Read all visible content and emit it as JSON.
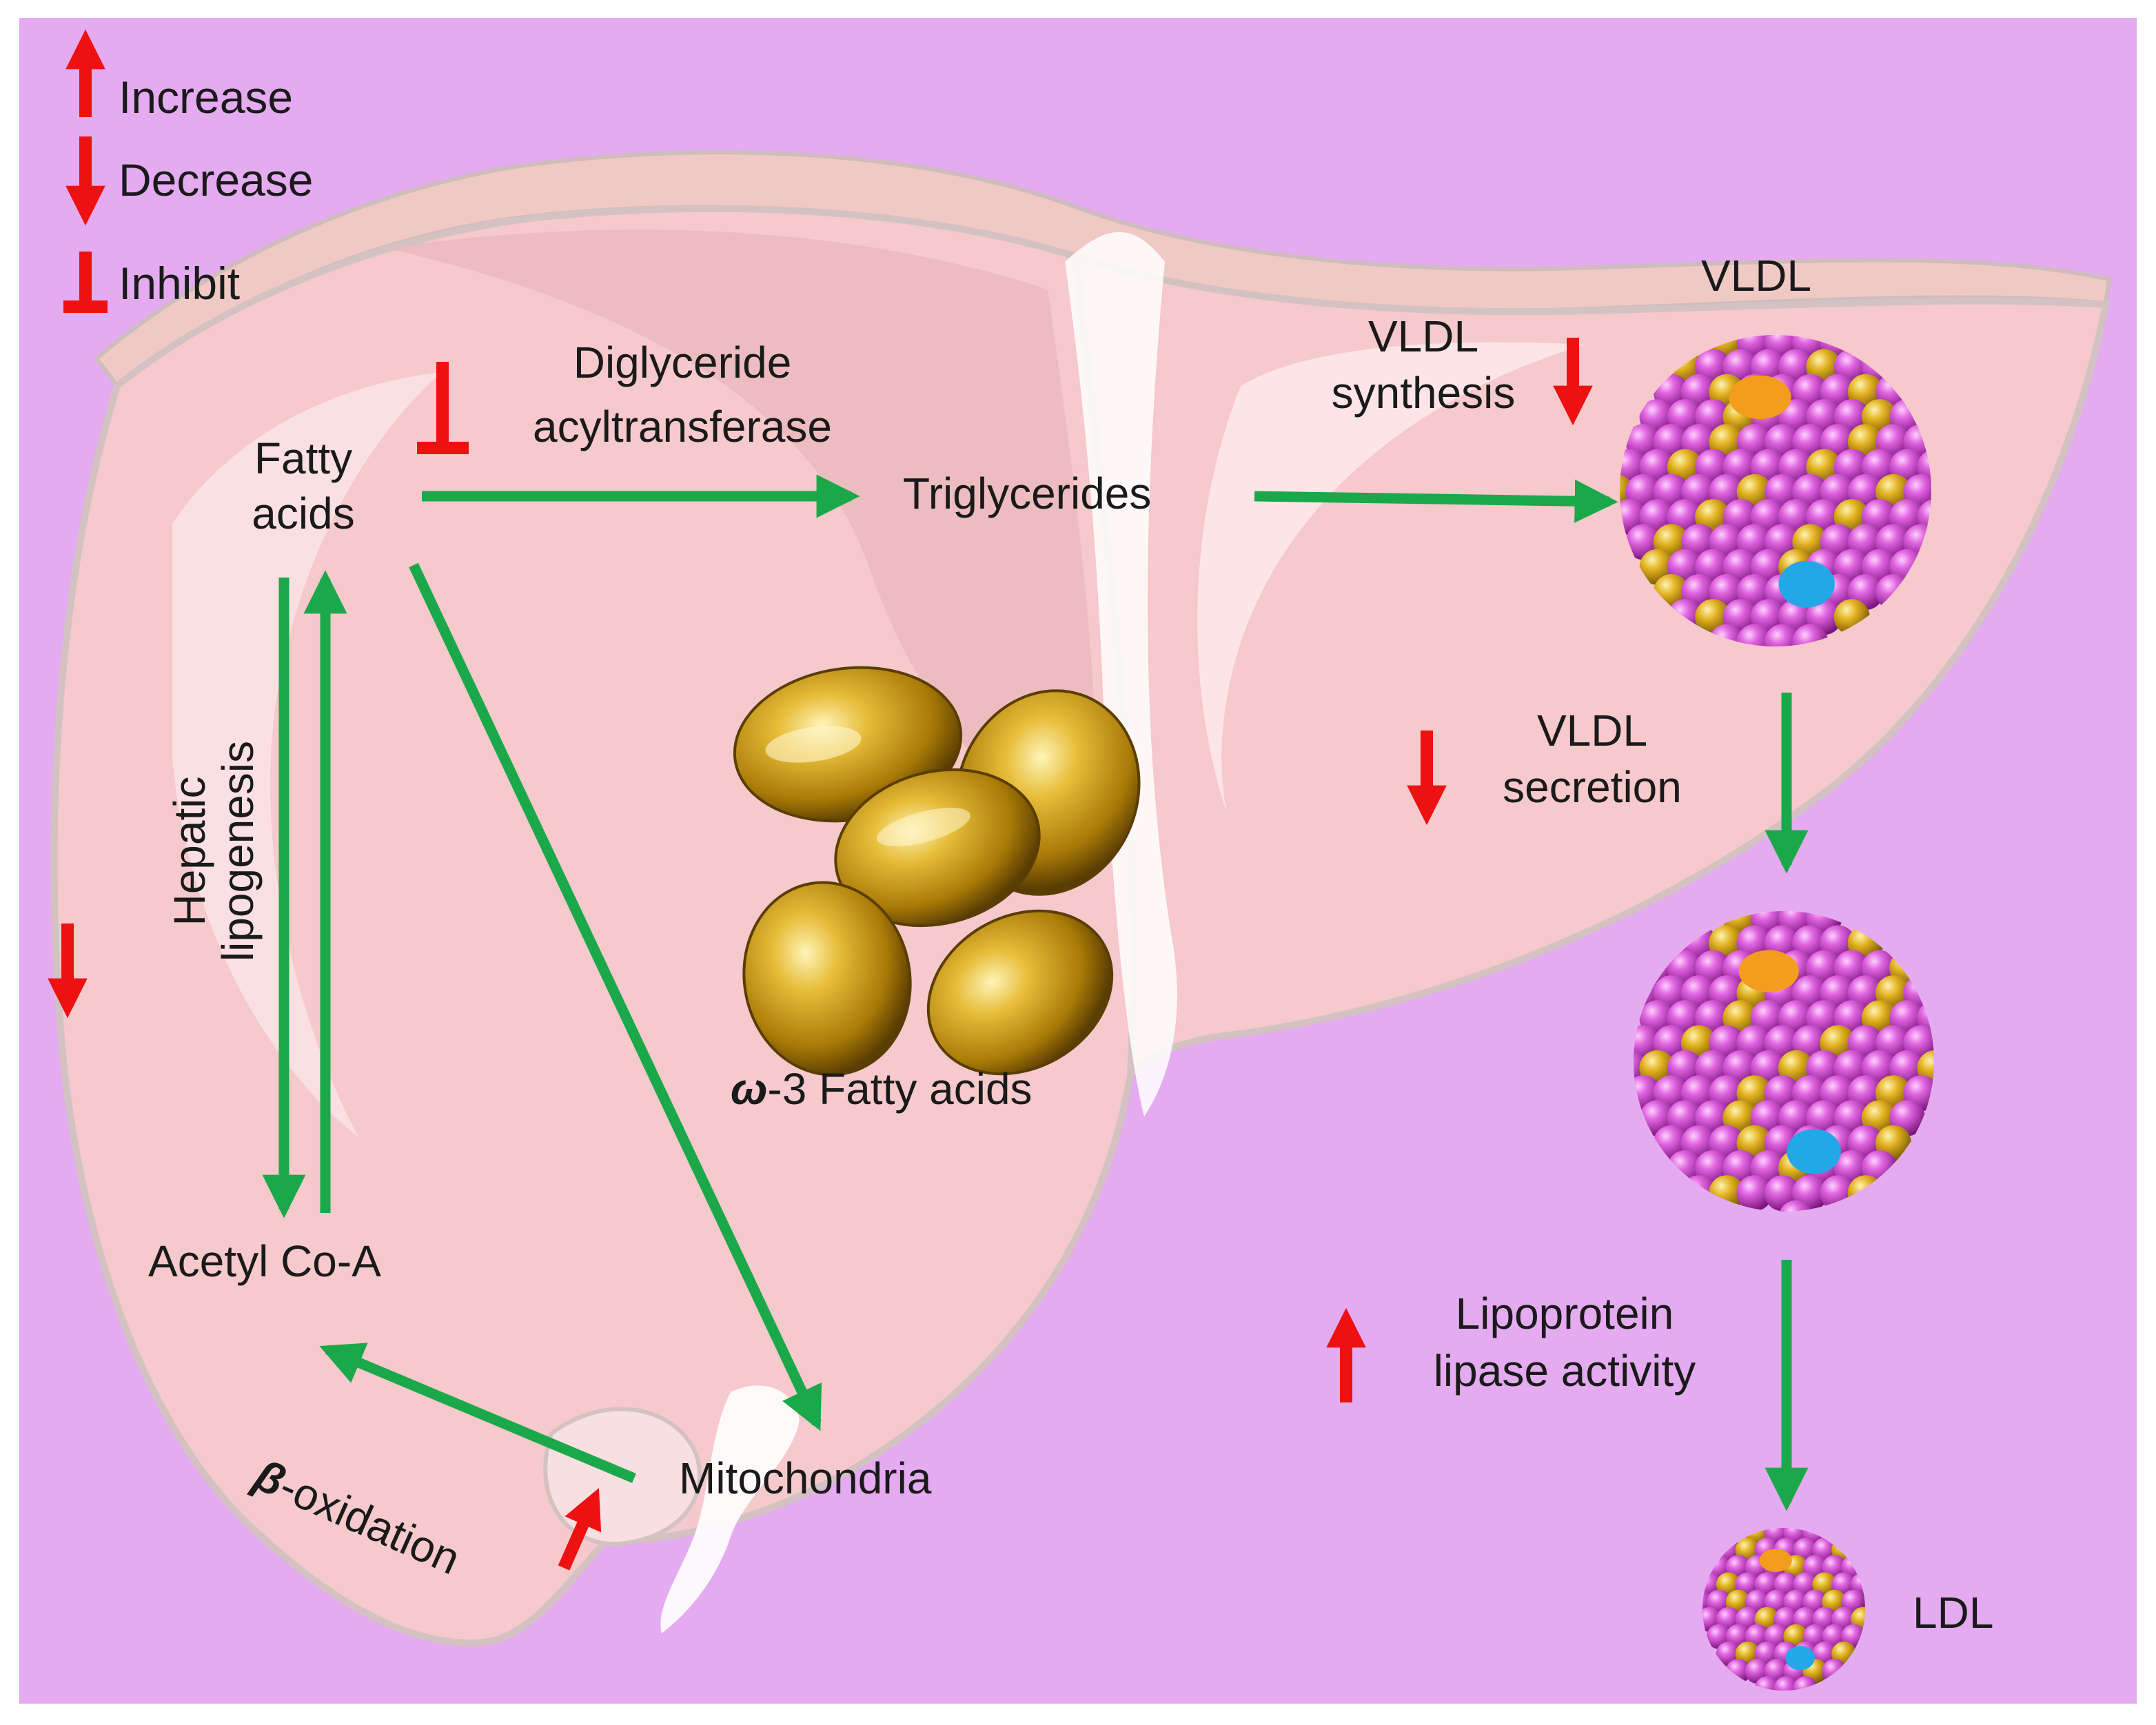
{
  "colors": {
    "background": "#e4abf0",
    "liver": "#f6c9cc",
    "liver_edge": "#cfbcbc",
    "pathway_arrow": "#1aa84a",
    "regulation": "#ee1111",
    "lipoprotein_sphere": "#c13ec6",
    "lipoprotein_apo": "#d9a81c",
    "capsules": "#c89612"
  },
  "legend": {
    "increase": "Increase",
    "decrease": "Decrease",
    "inhibit": "Inhibit"
  },
  "nodes": {
    "fatty_acids_line1": "Fatty",
    "fatty_acids_line2": "acids",
    "triglycerides": "Triglycerides",
    "acetyl_coa": "Acetyl Co-A",
    "mitochondria": "Mitochondria",
    "vldl": "VLDL",
    "ldl": "LDL"
  },
  "labels": {
    "enzyme_line1": "Diglyceride",
    "enzyme_line2": "acyltransferase",
    "hepatic_line1": "Hepatic",
    "hepatic_line2": "lipogenesis",
    "beta_greek": "β",
    "beta_rest": "-oxidation",
    "vldl_synth_line1": "VLDL",
    "vldl_synth_line2": "synthesis",
    "vldl_sec_line1": "VLDL",
    "vldl_sec_line2": "secretion",
    "lpl_line1": "Lipoprotein",
    "lpl_line2": "lipase activity",
    "omega_greek": "ω",
    "omega_rest": "-3 Fatty acids"
  }
}
